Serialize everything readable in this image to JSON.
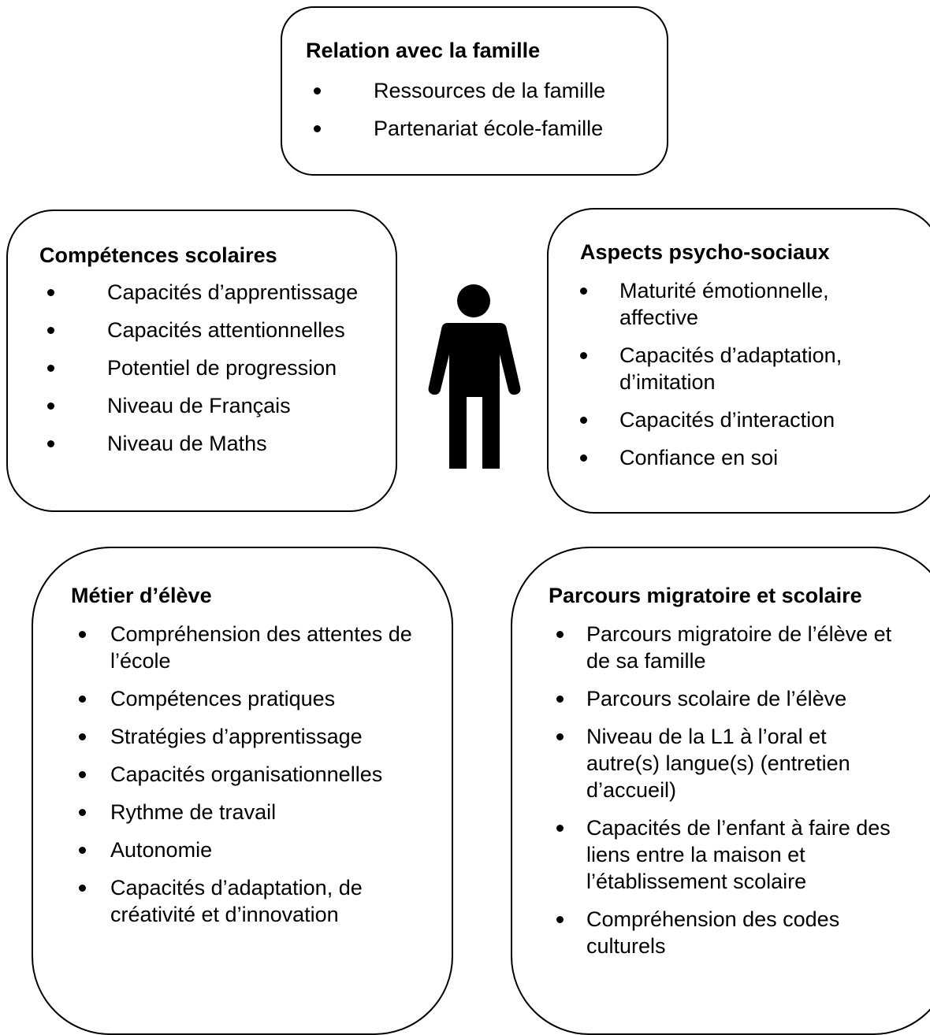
{
  "family": {
    "title": "Relation avec la famille",
    "items": [
      "Ressources de la famille",
      "Partenariat école-famille"
    ]
  },
  "school": {
    "title": "Compétences scolaires",
    "items": [
      "Capacités d’apprentissage",
      "Capacités attentionnelles",
      "Potentiel de progression",
      "Niveau de Français",
      "Niveau de Maths"
    ]
  },
  "psycho": {
    "title": "Aspects psycho-sociaux",
    "items": [
      "Maturité émotionnelle, affective",
      "Capacités d’adaptation, d’imitation",
      "Capacités d’interaction",
      "Confiance en soi"
    ]
  },
  "metier": {
    "title": "Métier d’élève",
    "items": [
      "Compréhension des attentes de l’école",
      "Compétences pratiques",
      "Stratégies d’apprentissage",
      "Capacités organisationnelles",
      "Rythme de travail",
      "Autonomie",
      "Capacités d’adaptation, de créativité et d’innovation"
    ]
  },
  "parcours": {
    "title": "Parcours migratoire et scolaire",
    "items": [
      "Parcours migratoire de l’élève et de sa famille",
      "Parcours scolaire de l’élève",
      "Niveau de la L1 à l’oral et autre(s) langue(s) (entretien d’accueil)",
      "Capacités de l’enfant à faire des liens entre la maison et l’établissement scolaire",
      "Compréhension des codes culturels"
    ]
  },
  "figure": {
    "icon": "person-icon",
    "color": "#000000"
  }
}
